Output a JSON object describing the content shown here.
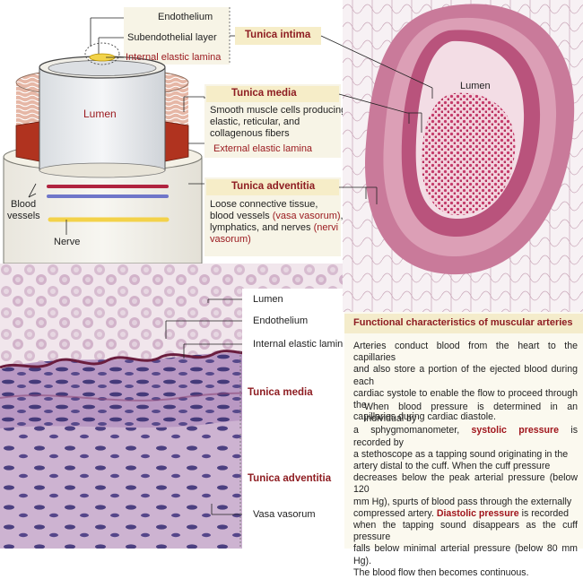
{
  "diagram": {
    "endothelium": "Endothelium",
    "subendothelial": "Subendothelial layer",
    "internal_elastic": "Internal elastic lamina",
    "lumen": "Lumen",
    "media_title": "Tunica media",
    "media_desc": [
      "Smooth muscle cells producing",
      "elastic, reticular, and",
      "collagenous fibers"
    ],
    "external_elastic": "External elastic lamina",
    "adventitia_title": "Tunica adventitia",
    "adventitia_desc_1": "Loose connective tissue,",
    "adventitia_desc_2a": "blood vessels ",
    "adventitia_desc_2b": "(vasa vasorum)",
    "adventitia_desc_2c": ",",
    "adventitia_desc_3a": "lymphatics, and nerves ",
    "adventitia_desc_3b": "(nervi",
    "adventitia_desc_4": "vasorum)",
    "blood_vessels": [
      "Blood",
      "vessels"
    ],
    "nerve": "Nerve",
    "intima_title": "Tunica intima"
  },
  "micro_right": {
    "lumen": "Lumen"
  },
  "micro_left": {
    "lumen": "Lumen",
    "endothelium": "Endothelium",
    "internal_elastic": "Internal elastic lamina",
    "media": "Tunica media",
    "adventitia": "Tunica adventitia",
    "vasa": "Vasa vasorum"
  },
  "functional": {
    "title": "Functional characteristics of muscular arteries",
    "p1": [
      "Arteries conduct blood from the heart to the capillaries",
      "and also store a portion of the ejected blood during each",
      "cardiac systole to enable the flow to proceed through the",
      "capillaries during cardiac diastole."
    ],
    "p2_l1": "When blood pressure is determined in an individual by",
    "p2_l2a": "a sphygmomanometer, ",
    "p2_l2b": "systolic pressure",
    "p2_l2c": " is recorded by",
    "p2_rest1": [
      "a stethoscope as a tapping sound originating in the",
      "artery distal to the cuff. When the cuff pressure",
      "decreases below the peak arterial pressure (below 120",
      "mm Hg), spurts of blood pass through the externally"
    ],
    "p2_l7a": "compressed artery. ",
    "p2_l7b": "Diastolic pressure",
    "p2_l7c": " is recorded",
    "p2_rest2": [
      "when the tapping sound disappears as the cuff pressure",
      "falls below minimal arterial pressure (below 80 mm Hg).",
      "The blood flow then becomes continuous."
    ]
  },
  "colors": {
    "accent": "#8e1d22",
    "tag_bg": "#f6edc8",
    "panel_bg": "#f7f4e6"
  }
}
